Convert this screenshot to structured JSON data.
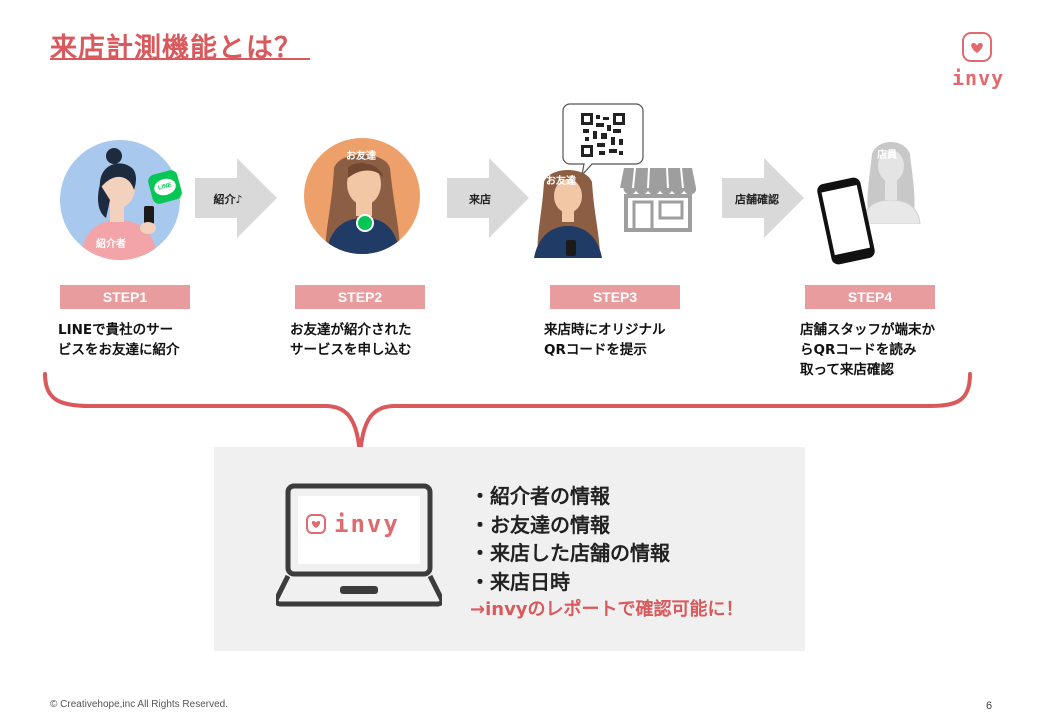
{
  "title": "来店計測機能とは？",
  "logo": {
    "text": "invy"
  },
  "arrows": [
    {
      "label": "紹介♪"
    },
    {
      "label": "来店"
    },
    {
      "label": "店舗確認"
    }
  ],
  "illustrations": {
    "step1_person_label": "紹介者",
    "line_badge": "LINE",
    "step2_person_label": "お友達",
    "step3_person_label": "お友達",
    "step4_person_label": "店員"
  },
  "steps": [
    {
      "label": "STEP1",
      "desc_lines": [
        "LINEで貴社のサー",
        "ビスをお友達に紹介"
      ]
    },
    {
      "label": "STEP2",
      "desc_lines": [
        "お友達が紹介された",
        "サービスを申し込む"
      ]
    },
    {
      "label": "STEP3",
      "desc_lines": [
        "来店時にオリジナル",
        "QRコードを提示"
      ]
    },
    {
      "label": "STEP4",
      "desc_lines": [
        "店舗スタッフが端末か",
        "らQRコードを読み",
        "取って来店確認"
      ]
    }
  ],
  "panel": {
    "laptop_logo": "invy",
    "items": [
      "・紹介者の情報",
      "・お友達の情報",
      "・来店した店舗の情報",
      "・来店日時"
    ],
    "note": "→invyのレポートで確認可能に！"
  },
  "footer": {
    "copyright": "© Creativehope,inc  All Rights Reserved.",
    "page": "6"
  },
  "colors": {
    "accent": "#d9595c",
    "step_badge": "#e89c9e",
    "arrow": "#d9d9d9",
    "panel": "#f0f0f0",
    "line_green": "#06c755"
  }
}
